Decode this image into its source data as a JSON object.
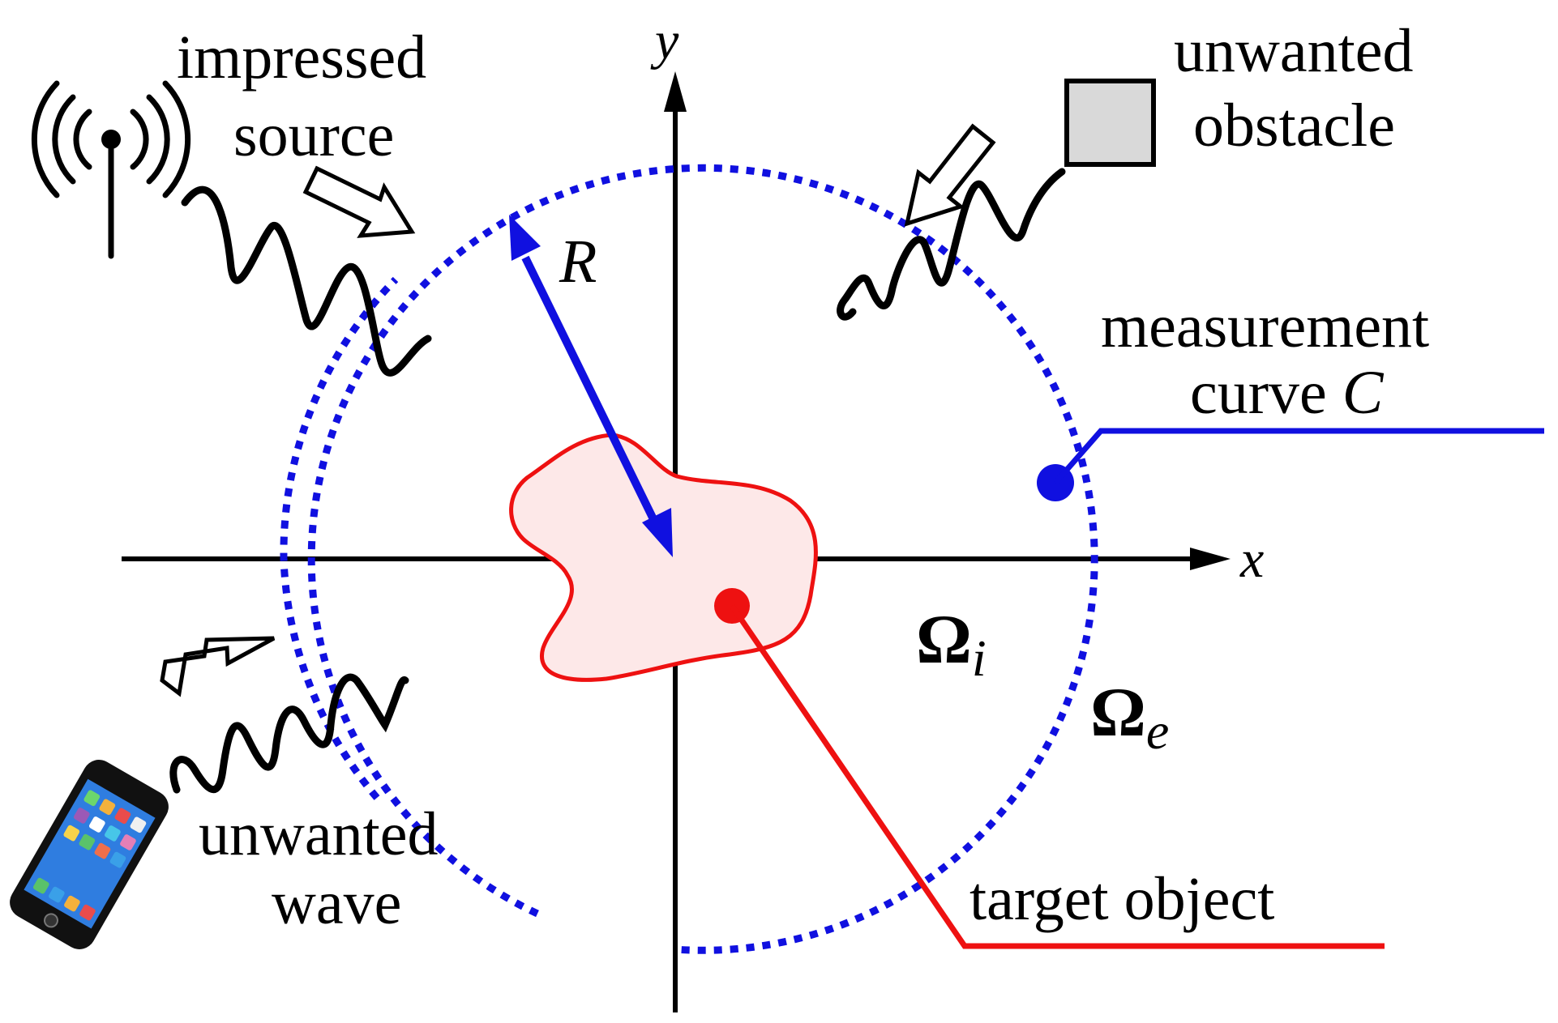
{
  "labels": {
    "impressed_source": [
      "impressed",
      "source"
    ],
    "unwanted_obstacle": [
      "unwanted",
      "obstacle"
    ],
    "measurement_curve": [
      "measurement",
      "curve"
    ],
    "measurement_curve_symbol": "C",
    "unwanted_wave": [
      "unwanted",
      "wave"
    ],
    "target_object": "target object",
    "radius": "R",
    "axis_x": "x",
    "axis_y": "y",
    "omega": "Ω",
    "omega_inner_sub": "i",
    "omega_outer_sub": "e"
  },
  "icons": {
    "antenna": "radio-tower-icon",
    "phone": "smartphone-icon",
    "obstacle": "square-block"
  },
  "colors": {
    "measurement": "#1010e0",
    "target": "#ee1111",
    "target_fill": "#fde8e8",
    "obstacle_fill": "#d9d9d9",
    "axes": "#000000"
  }
}
